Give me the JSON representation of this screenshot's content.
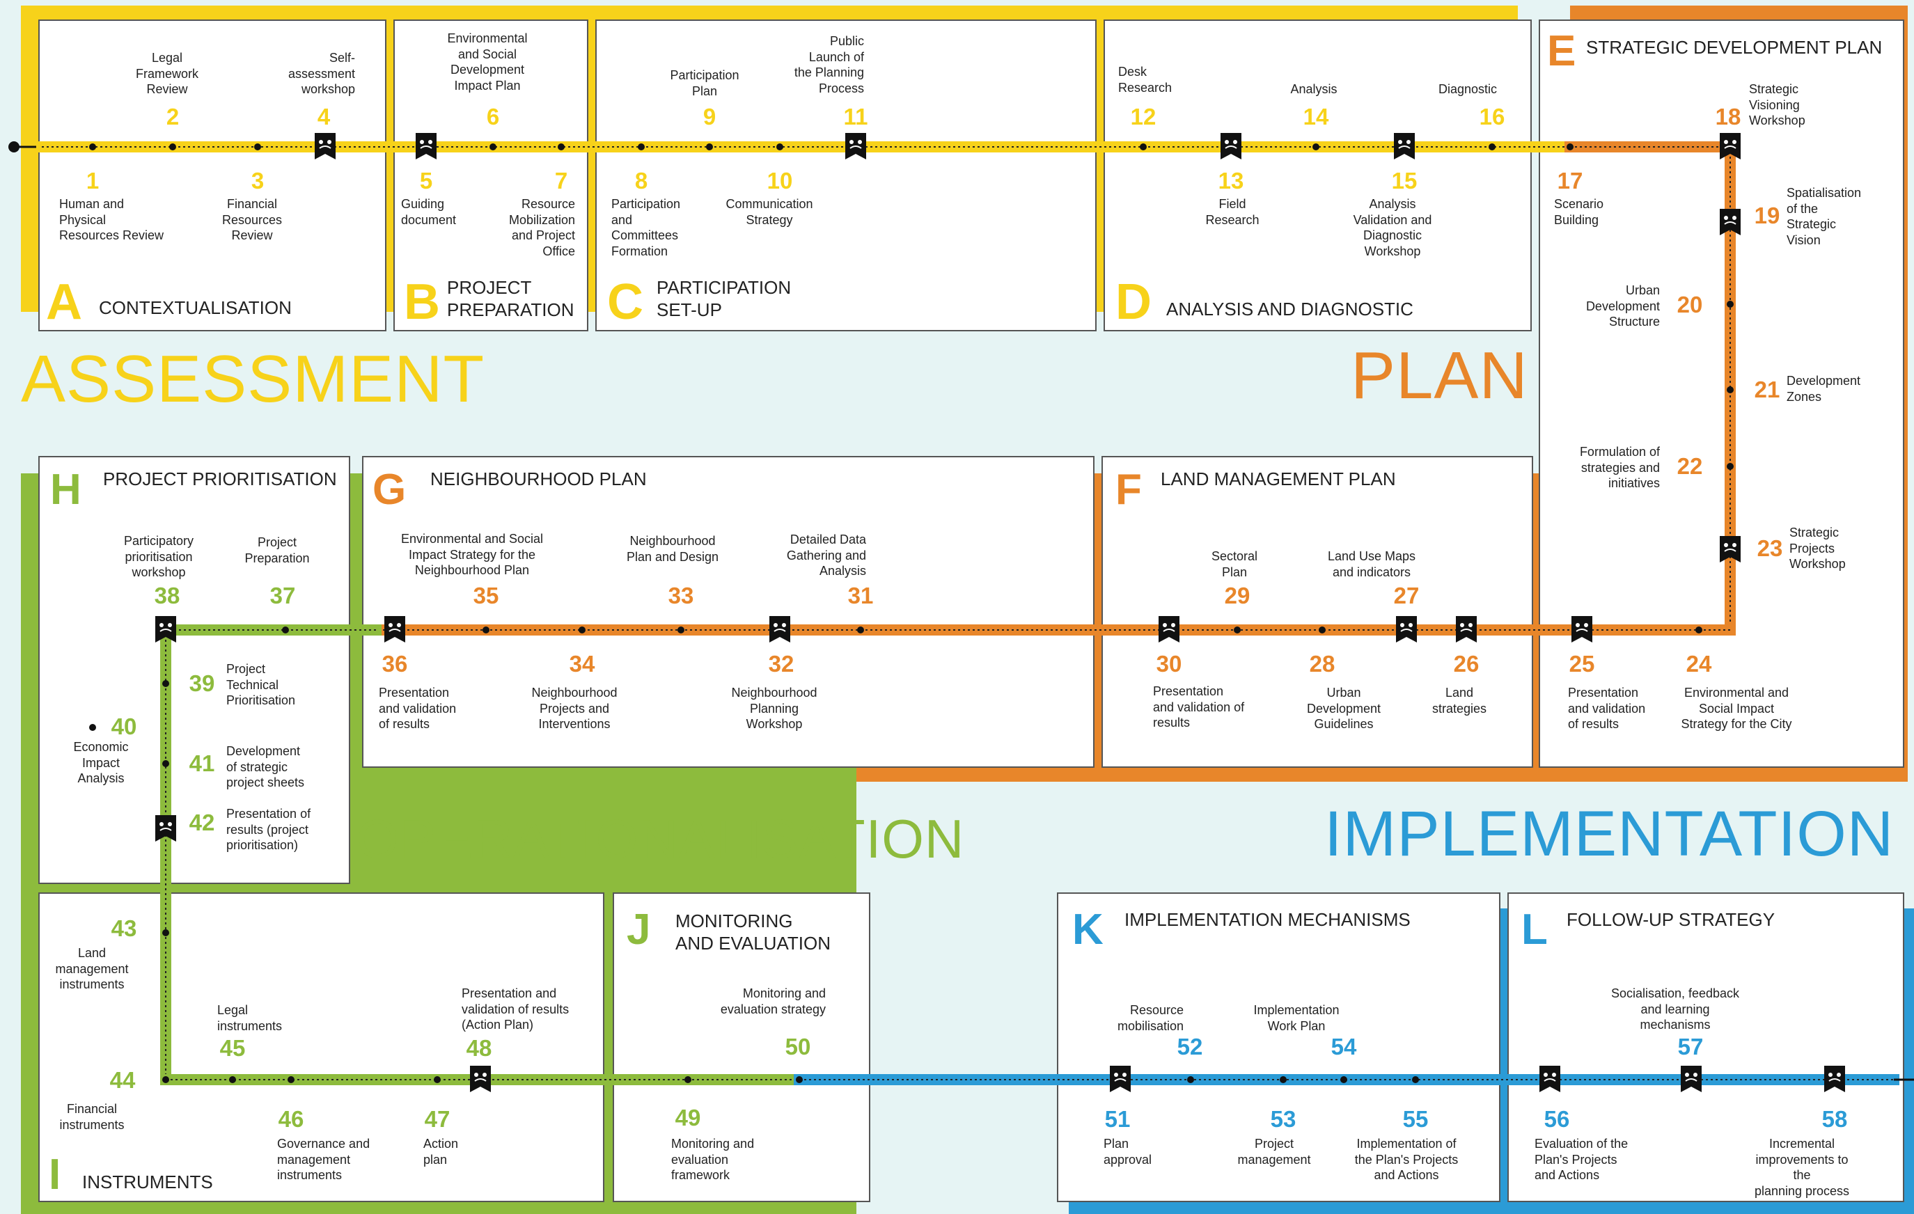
{
  "colors": {
    "yellow": "#f7d21a",
    "orange": "#e8862a",
    "green": "#8dbb3d",
    "blue": "#2b9bd6"
  },
  "phases": {
    "assessment": "ASSESSMENT",
    "plan": "PLAN",
    "operationalisation": "OPERATIONALISATION",
    "implementation": "IMPLEMENTATION"
  },
  "sections": {
    "A": {
      "letter": "A",
      "title": "CONTEXTUALISATION"
    },
    "B": {
      "letter": "B",
      "title": "PROJECT\nPREPARATION"
    },
    "C": {
      "letter": "C",
      "title": "PARTICIPATION\nSET-UP"
    },
    "D": {
      "letter": "D",
      "title": "ANALYSIS AND DIAGNOSTIC"
    },
    "E": {
      "letter": "E",
      "title": "STRATEGIC DEVELOPMENT PLAN"
    },
    "F": {
      "letter": "F",
      "title": "LAND MANAGEMENT PLAN"
    },
    "G": {
      "letter": "G",
      "title": "NEIGHBOURHOOD PLAN"
    },
    "H": {
      "letter": "H",
      "title": "PROJECT PRIORITISATION"
    },
    "I": {
      "letter": "I",
      "title": "INSTRUMENTS"
    },
    "J": {
      "letter": "J",
      "title": "MONITORING\nAND EVALUATION"
    },
    "K": {
      "letter": "K",
      "title": "IMPLEMENTATION MECHANISMS"
    },
    "L": {
      "letter": "L",
      "title": "FOLLOW-UP STRATEGY"
    }
  },
  "steps": [
    {
      "n": "1",
      "label": "Human and\nPhysical\nResources Review"
    },
    {
      "n": "2",
      "label": "Legal\nFramework\nReview"
    },
    {
      "n": "3",
      "label": "Financial\nResources\nReview"
    },
    {
      "n": "4",
      "label": "Self-\nassessment\nworkshop"
    },
    {
      "n": "5",
      "label": "Guiding\ndocument"
    },
    {
      "n": "6",
      "label": "Environmental\nand Social\nDevelopment\nImpact Plan"
    },
    {
      "n": "7",
      "label": "Resource\nMobilization\nand Project\nOffice"
    },
    {
      "n": "8",
      "label": "Participation\nand\nCommittees\nFormation"
    },
    {
      "n": "9",
      "label": "Participation\nPlan"
    },
    {
      "n": "10",
      "label": "Communication\nStrategy"
    },
    {
      "n": "11",
      "label": "Public\nLaunch of\nthe Planning\nProcess"
    },
    {
      "n": "12",
      "label": "Desk\nResearch"
    },
    {
      "n": "13",
      "label": "Field\nResearch"
    },
    {
      "n": "14",
      "label": "Analysis"
    },
    {
      "n": "15",
      "label": "Analysis\nValidation and\nDiagnostic\nWorkshop"
    },
    {
      "n": "16",
      "label": "Diagnostic"
    },
    {
      "n": "17",
      "label": "Scenario\nBuilding"
    },
    {
      "n": "18",
      "label": "Strategic\nVisioning\nWorkshop"
    },
    {
      "n": "19",
      "label": "Spatialisation\nof the\nStrategic\nVision"
    },
    {
      "n": "20",
      "label": "Urban\nDevelopment\nStructure"
    },
    {
      "n": "21",
      "label": "Development\nZones"
    },
    {
      "n": "22",
      "label": "Formulation of\nstrategies and\ninitiatives"
    },
    {
      "n": "23",
      "label": "Strategic\nProjects\nWorkshop"
    },
    {
      "n": "24",
      "label": "Environmental and\nSocial Impact\nStrategy for the City"
    },
    {
      "n": "25",
      "label": "Presentation\nand validation\nof results"
    },
    {
      "n": "26",
      "label": "Land\nstrategies"
    },
    {
      "n": "27",
      "label": "Land Use Maps\nand indicators"
    },
    {
      "n": "28",
      "label": "Urban\nDevelopment\nGuidelines"
    },
    {
      "n": "29",
      "label": "Sectoral\nPlan"
    },
    {
      "n": "30",
      "label": "Presentation\nand validation of\nresults"
    },
    {
      "n": "31",
      "label": "Detailed Data\nGathering and\nAnalysis"
    },
    {
      "n": "32",
      "label": "Neighbourhood\nPlanning\nWorkshop"
    },
    {
      "n": "33",
      "label": "Neighbourhood\nPlan and Design"
    },
    {
      "n": "34",
      "label": "Neighbourhood\nProjects and\nInterventions"
    },
    {
      "n": "35",
      "label": "Environmental and Social\nImpact Strategy for the\nNeighbourhood Plan"
    },
    {
      "n": "36",
      "label": "Presentation\nand validation\nof results"
    },
    {
      "n": "37",
      "label": "Project\nPreparation"
    },
    {
      "n": "38",
      "label": "Participatory\nprioritisation\nworkshop"
    },
    {
      "n": "39",
      "label": "Project\nTechnical\nPrioritisation"
    },
    {
      "n": "40",
      "label": "Economic\nImpact\nAnalysis"
    },
    {
      "n": "41",
      "label": "Development\nof strategic\nproject sheets"
    },
    {
      "n": "42",
      "label": "Presentation of\nresults (project\nprioritisation)"
    },
    {
      "n": "43",
      "label": "Land\nmanagement\ninstruments"
    },
    {
      "n": "44",
      "label": "Financial\ninstruments"
    },
    {
      "n": "45",
      "label": "Legal\ninstruments"
    },
    {
      "n": "46",
      "label": "Governance and\nmanagement\ninstruments"
    },
    {
      "n": "47",
      "label": "Action\nplan"
    },
    {
      "n": "48",
      "label": "Presentation and\nvalidation of results\n(Action Plan)"
    },
    {
      "n": "49",
      "label": "Monitoring and\nevaluation\nframework"
    },
    {
      "n": "50",
      "label": "Monitoring and\nevaluation strategy"
    },
    {
      "n": "51",
      "label": "Plan\napproval"
    },
    {
      "n": "52",
      "label": "Resource\nmobilisation"
    },
    {
      "n": "53",
      "label": "Project\nmanagement"
    },
    {
      "n": "54",
      "label": "Implementation\nWork Plan"
    },
    {
      "n": "55",
      "label": "Implementation of\nthe Plan's Projects\nand Actions"
    },
    {
      "n": "56",
      "label": "Evaluation of the\nPlan's Projects\nand Actions"
    },
    {
      "n": "57",
      "label": "Socialisation, feedback\nand learning\nmechanisms"
    },
    {
      "n": "58",
      "label": "Incremental\nimprovements to the\nplanning process"
    }
  ]
}
